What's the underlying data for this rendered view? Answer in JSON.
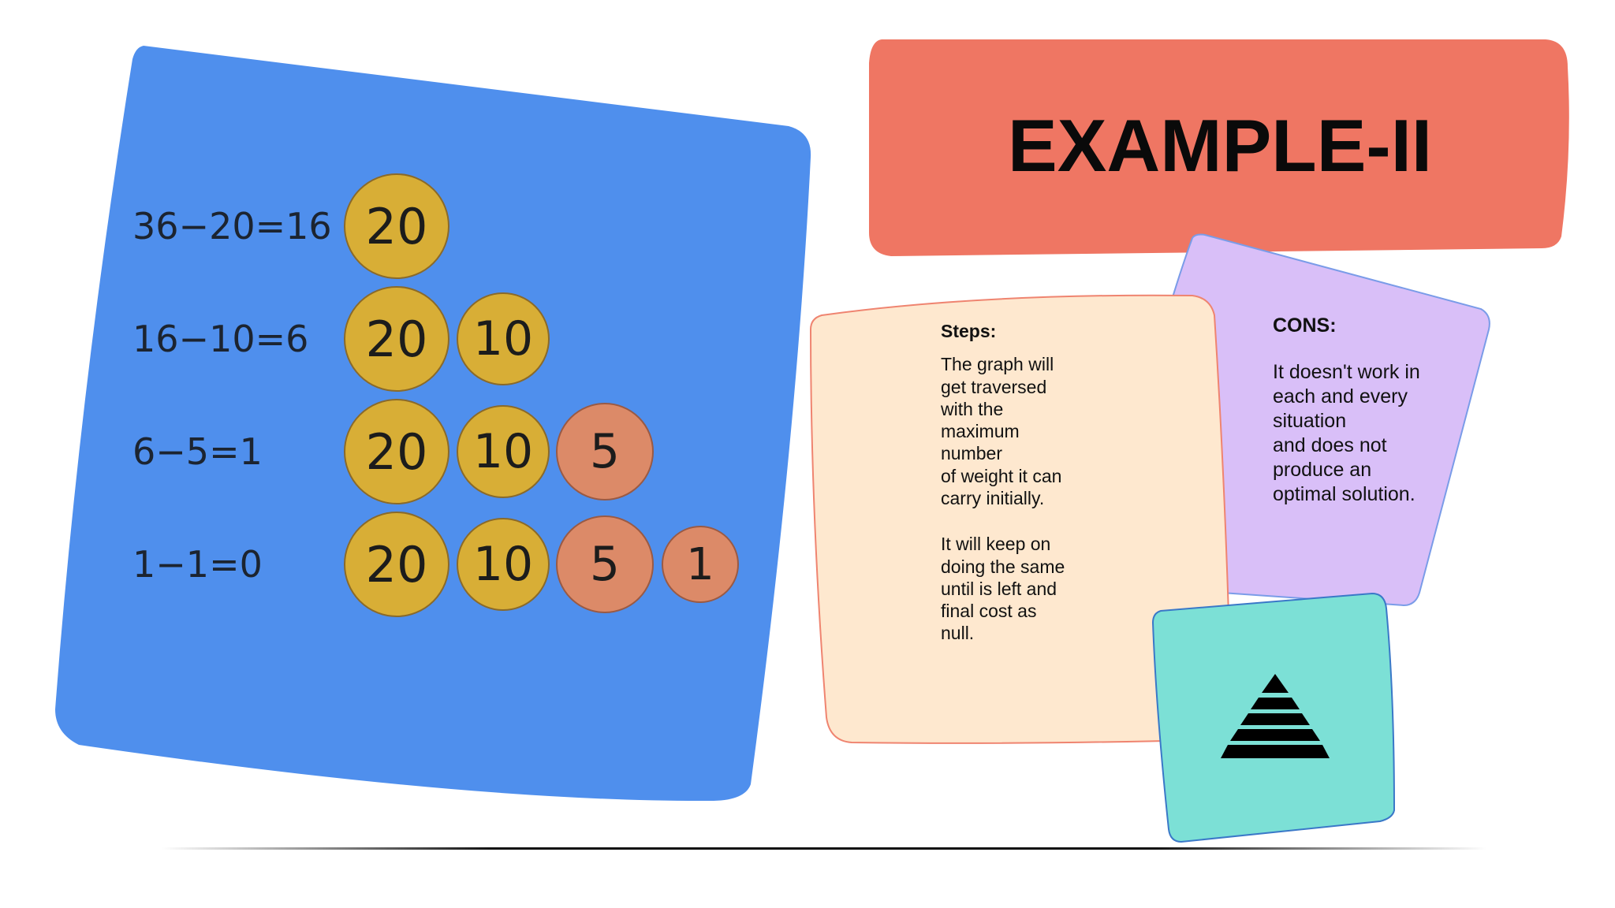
{
  "title": "EXAMPLE-II",
  "rows": [
    {
      "equation": "36−20=16",
      "coins": [
        "20"
      ]
    },
    {
      "equation": "16−10=6",
      "coins": [
        "20",
        "10"
      ]
    },
    {
      "equation": "6−5=1",
      "coins": [
        "20",
        "10",
        "5"
      ]
    },
    {
      "equation": "1−1=0",
      "coins": [
        "20",
        "10",
        "5",
        "1"
      ]
    }
  ],
  "steps": {
    "heading": "Steps:",
    "lines": [
      "The graph will",
      "get traversed",
      "with the",
      "maximum",
      "number",
      "of weight it can",
      "carry initially.",
      "",
      "It will keep on",
      "doing the same",
      "until is left and",
      "final cost as",
      "null."
    ]
  },
  "cons": {
    "heading": "CONS:",
    "lines": [
      "It doesn't work in",
      "each and every",
      "situation",
      "and does not",
      "produce an",
      "optimal solution."
    ]
  },
  "icon": "pyramid-icon",
  "colors": {
    "blue_panel": "#4f8fed",
    "title_banner": "#ef7663",
    "steps_card": "#fee8cf",
    "cons_card": "#d9bff8",
    "icon_card": "#7ce0d6",
    "coin_gold": "#d8ae36",
    "coin_copper": "#dc8a68"
  }
}
